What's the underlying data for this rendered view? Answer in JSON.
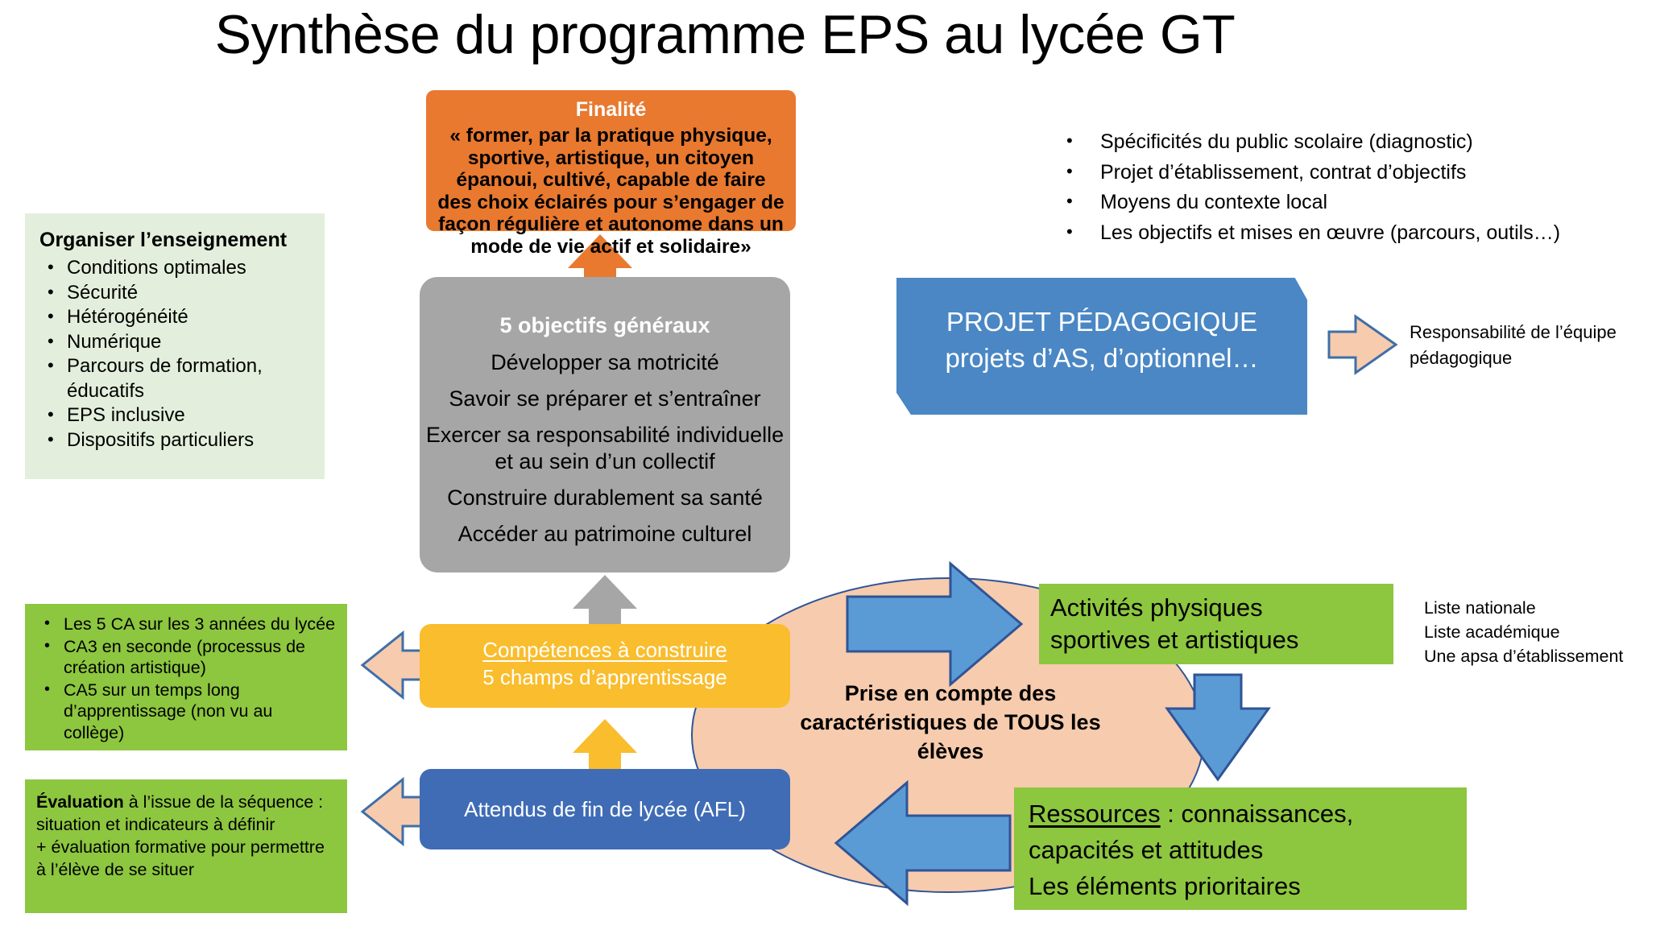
{
  "title": "Synthèse du programme EPS au lycée GT",
  "finalite": {
    "heading": "Finalité",
    "body": "« former, par la pratique physique, sportive, artistique, un citoyen épanoui, cultivé, capable de faire des choix éclairés pour s’engager de façon régulière et autonome dans un mode de vie actif et solidaire»"
  },
  "objectifs": {
    "heading": "5 objectifs généraux",
    "items": [
      "Développer sa motricité",
      "Savoir se préparer et s’entraîner",
      "Exercer sa responsabilité individuelle et au sein d’un collectif",
      "Construire durablement sa santé",
      "Accéder au patrimoine culturel"
    ]
  },
  "organiser": {
    "heading": "Organiser l’enseignement",
    "items": [
      "Conditions optimales",
      "Sécurité",
      "Hétérogénéité",
      "Numérique",
      "Parcours de formation,",
      "éducatifs",
      "EPS inclusive",
      "Dispositifs particuliers"
    ]
  },
  "contexte": {
    "items": [
      "Spécificités du public scolaire (diagnostic)",
      "Projet d’établissement, contrat d’objectifs",
      "Moyens du contexte local",
      "Les objectifs et mises en œuvre (parcours, outils…)"
    ]
  },
  "projet": {
    "line1": "PROJET PÉDAGOGIQUE",
    "line2": "projets d’AS, d’optionnel…",
    "responsabilite": "Responsabilité de l’équipe pédagogique"
  },
  "competences": {
    "heading": "Compétences à construire",
    "subheading": "5 champs d’apprentissage"
  },
  "attendus": {
    "label": "Attendus de fin de lycée (AFL)"
  },
  "ca_box": {
    "items": [
      "Les 5 CA sur les 3 années du lycée",
      "CA3 en seconde (processus de création artistique)",
      "CA5 sur un temps long d’apprentissage (non vu au collège)"
    ]
  },
  "evaluation": {
    "bold": "Évaluation",
    "rest": " à l’issue de la séquence : situation et indicateurs à définir",
    "line2": "+ évaluation formative pour permettre à l’élève de se situer"
  },
  "ellipse": {
    "label": "Prise en compte des caractéristiques de TOUS les élèves"
  },
  "apsa": {
    "line1": "Activités physiques",
    "line2": "sportives et artistiques"
  },
  "listes": {
    "l1": "Liste nationale",
    "l2": "Liste académique",
    "l3": "Une apsa d’établissement"
  },
  "ressources": {
    "underlined": "Ressources",
    "rest": " : connaissances,",
    "line2": "capacités et attitudes",
    "line3": "Les éléments prioritaires"
  },
  "colors": {
    "orange": "#E8792F",
    "gray": "#A6A6A6",
    "yellow": "#F9BD2D",
    "blue_dark": "#3F6CB5",
    "blue_mid": "#4A87C4",
    "green_light": "#E3EFDC",
    "green": "#8DC63F",
    "peach": "#F7CBAD",
    "outline_blue": "#2F5496"
  }
}
